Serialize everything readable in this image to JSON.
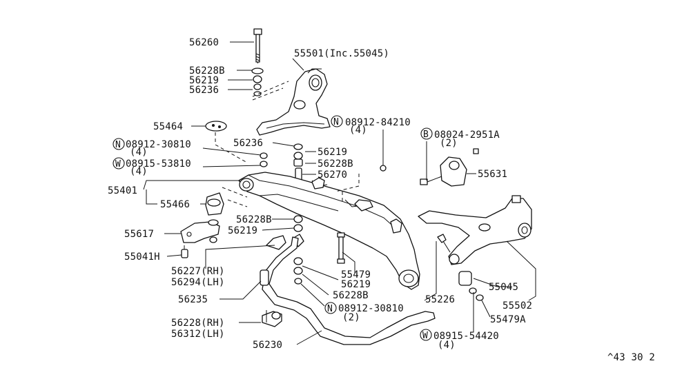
{
  "labels": {
    "p56260": "56260",
    "p55501": "55501(Inc.55045)",
    "p56228B_top": "56228B",
    "p56219_top": "56219",
    "p56236_top": "56236",
    "p55464": "55464",
    "p08912_84210": "08912-84210",
    "p08912_84210_qty": "(4)",
    "p08024": "08024-2951A",
    "p08024_qty": "(2)",
    "p08912_30810_a": "08912-30810",
    "p08912_30810_a_qty": "(4)",
    "p56236_mid": "56236",
    "p56219_mid": "56219",
    "p08915_53810": "08915-53810",
    "p08915_53810_qty": "(4)",
    "p56228B_mid": "56228B",
    "p56270": "56270",
    "p55631": "55631",
    "p55401": "55401",
    "p55466": "55466",
    "p56228B_low": "56228B",
    "p56219_low": "56219",
    "p55617": "55617",
    "p55041H": "55041H",
    "p56227": "56227(RH)",
    "p56294": "56294(LH)",
    "p55479": "55479",
    "p56219_bot": "56219",
    "p56228B_bot": "56228B",
    "p08912_30810_b": "08912-30810",
    "p08912_30810_b_qty": "(2)",
    "p56235": "56235",
    "p55226": "55226",
    "p55045": "55045",
    "p55502": "55502",
    "p55479A": "55479A",
    "p56228": "56228(RH)",
    "p56312": "56312(LH)",
    "p08915_54420": "08915-54420",
    "p08915_54420_qty": "(4)",
    "p56230": "56230",
    "ref_code": "^43 30 2"
  },
  "prefix_marks": {
    "n": "N",
    "w": "W",
    "b": "B"
  }
}
